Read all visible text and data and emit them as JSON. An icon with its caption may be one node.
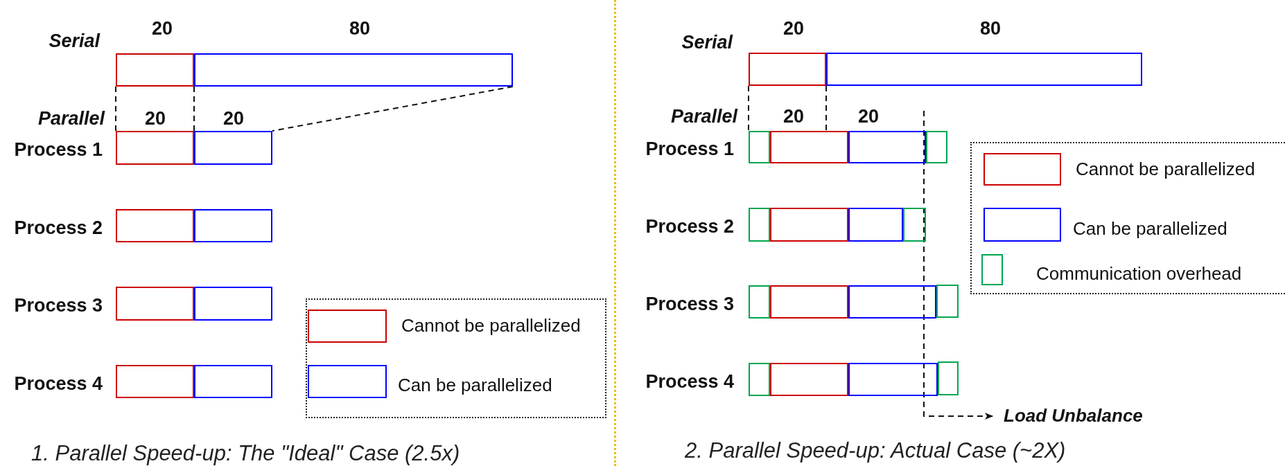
{
  "diagram": {
    "nodes": [
      {
        "text": [],
        "shape": "box"
      },
      {
        "text": [],
        "shape": "box"
      },
      {
        "text": [],
        "shape": "box"
      },
      {
        "text": [],
        "shape": "box"
      },
      {
        "text": [],
        "shape": "box"
      },
      {
        "text": [],
        "shape": "box"
      },
      {
        "text": [],
        "shape": "box"
      },
      {
        "text": [],
        "shape": "box"
      },
      {
        "text": [],
        "shape": "box"
      },
      {
        "text": [],
        "shape": "box"
      },
      {
        "text": [],
        "shape": "box"
      },
      {
        "text": [],
        "shape": "box"
      },
      {
        "text": [],
        "shape": "box"
      },
      {
        "text": [],
        "shape": "box"
      },
      {
        "text": [],
        "shape": "box"
      },
      {
        "text": [],
        "shape": "box"
      },
      {
        "text": [],
        "shape": "box"
      },
      {
        "text": [],
        "shape": "box"
      },
      {
        "text": [],
        "shape": "box"
      },
      {
        "text": [],
        "shape": "box"
      },
      {
        "text": [],
        "shape": "box"
      },
      {
        "text": [],
        "shape": "box"
      },
      {
        "text": [],
        "shape": "box"
      },
      {
        "text": [],
        "shape": "box"
      },
      {
        "text": [],
        "shape": "box"
      },
      {
        "text": [],
        "shape": "box"
      },
      {
        "text": [],
        "shape": "box"
      },
      {
        "text": [],
        "shape": "box"
      },
      {
        "text": [
          "Load Unbalance"
        ]
      }
    ],
    "edges": [
      {
        "from": 0,
        "to": 2,
        "arrow": "none",
        "style": "dashed"
      },
      {
        "from": 0,
        "to": 2,
        "arrow": "none",
        "style": "dashed"
      },
      {
        "from": 1,
        "to": 3,
        "arrow": "none",
        "style": "dashed"
      },
      {
        "from": 10,
        "to": 12,
        "arrow": "none",
        "style": "dashed"
      },
      {
        "from": 10,
        "to": 13,
        "arrow": "none",
        "style": "dashed"
      },
      {
        "from": null,
        "to": 28,
        "arrow": "to",
        "style": "dashed"
      }
    ],
    "labels": [
      "Serial",
      "20",
      "80",
      "Parallel",
      "20",
      "20",
      "Process 1",
      "Process 2",
      "Process 3",
      "Process 4",
      "1. Parallel Speed-up: The \"Ideal\" Case (2.5x)",
      "Serial",
      "20",
      "80",
      "Parallel",
      "20",
      "20",
      "Process 1",
      "Process 2",
      "Process 3",
      "Process 4",
      "2. Parallel Speed-up: Actual Case (~2X)"
    ],
    "legend": [
      {
        "text": "Cannot be parallelized",
        "color": "#cc0000"
      },
      {
        "text": "Can be parallelized",
        "color": "#0000ff"
      },
      {
        "text": "Cannot be parallelized",
        "color": "#cc0000"
      },
      {
        "text": "Can be parallelized",
        "color": "#0000ff"
      },
      {
        "text": "Communication overhead",
        "color": "#00a650"
      }
    ]
  }
}
